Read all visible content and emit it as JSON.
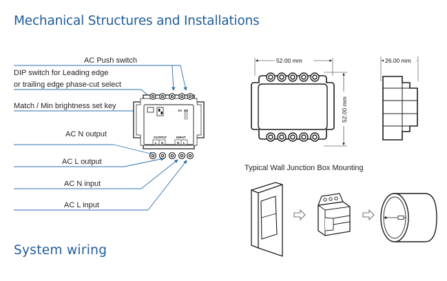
{
  "titles": {
    "main": "Mechanical Structures and Installations",
    "wiring": "System wiring"
  },
  "callouts": {
    "ac_push_switch": "AC Push switch",
    "dip_switch_line1": "DIP switch for Leading edge",
    "dip_switch_line2": "or trailing edge phase-cut select",
    "match_key": "Match / Min brightness set key",
    "ac_n_output": "AC N output",
    "ac_l_output": "AC L output",
    "ac_n_input": "AC N input",
    "ac_l_input": "AC L input"
  },
  "dimensions": {
    "width": "52.00 mm",
    "height": "52.00 mm",
    "depth": "26.00 mm"
  },
  "mounting_caption": "Typical Wall Junction Box Mounting",
  "device_markings": {
    "output": "OUTPUT",
    "input": "INPUT",
    "l": "L",
    "n": "N",
    "a2": "A2",
    "a1": "A1"
  },
  "colors": {
    "heading": "#1f5c9c",
    "leader": "#2a6db0",
    "outline": "#1a1a1a"
  }
}
